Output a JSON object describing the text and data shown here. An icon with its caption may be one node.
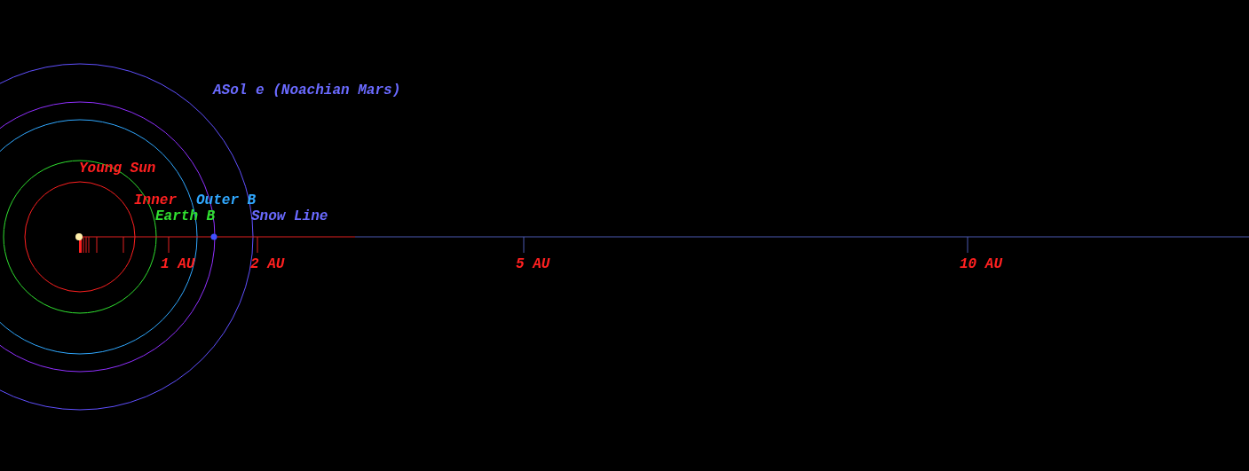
{
  "diagram": {
    "labels": [
      "ASol e (Noachian Mars)",
      "Young Sun",
      "Inner",
      "Outer B",
      "Earth B",
      "Snow Line",
      "1 AU",
      "2 AU",
      "5 AU",
      "10 AU"
    ]
  }
}
